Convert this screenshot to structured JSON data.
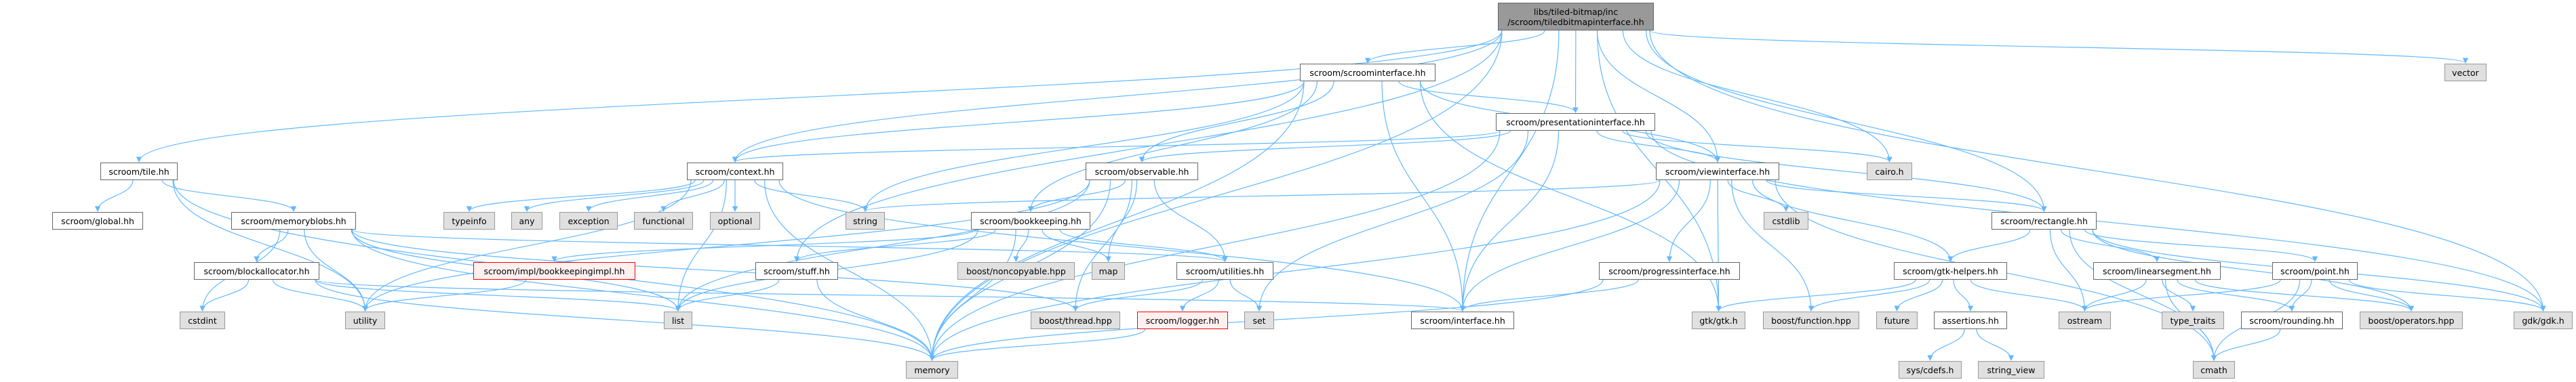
{
  "colors": {
    "edge": "#63b8ff",
    "root_fill": "#999999",
    "sys_fill": "#e0e0e0",
    "missing_border": "#ff0000"
  },
  "nodes": {
    "root": {
      "label": [
        "libs/tiled-bitmap/inc",
        "/scroom/tiledbitmapinterface.hh"
      ],
      "kind": "root"
    },
    "scroominterface": {
      "label": [
        "scroom/scroominterface.hh"
      ],
      "kind": "file"
    },
    "vector": {
      "label": [
        "vector"
      ],
      "kind": "sys"
    },
    "presentationinterface": {
      "label": [
        "scroom/presentationinterface.hh"
      ],
      "kind": "file"
    },
    "tile": {
      "label": [
        "scroom/tile.hh"
      ],
      "kind": "file"
    },
    "context": {
      "label": [
        "scroom/context.hh"
      ],
      "kind": "file"
    },
    "observable": {
      "label": [
        "scroom/observable.hh"
      ],
      "kind": "file"
    },
    "viewinterface": {
      "label": [
        "scroom/viewinterface.hh"
      ],
      "kind": "file"
    },
    "cairo": {
      "label": [
        "cairo.h"
      ],
      "kind": "sys"
    },
    "global": {
      "label": [
        "scroom/global.hh"
      ],
      "kind": "file"
    },
    "memoryblobs": {
      "label": [
        "scroom/memoryblobs.hh"
      ],
      "kind": "file"
    },
    "typeinfo": {
      "label": [
        "typeinfo"
      ],
      "kind": "sys"
    },
    "any": {
      "label": [
        "any"
      ],
      "kind": "sys"
    },
    "exception": {
      "label": [
        "exception"
      ],
      "kind": "sys"
    },
    "functional": {
      "label": [
        "functional"
      ],
      "kind": "sys"
    },
    "optional": {
      "label": [
        "optional"
      ],
      "kind": "sys"
    },
    "string": {
      "label": [
        "string"
      ],
      "kind": "sys"
    },
    "bookkeeping": {
      "label": [
        "scroom/bookkeeping.hh"
      ],
      "kind": "file"
    },
    "cstdlib": {
      "label": [
        "cstdlib"
      ],
      "kind": "sys"
    },
    "rectangle": {
      "label": [
        "scroom/rectangle.hh"
      ],
      "kind": "file"
    },
    "blockallocator": {
      "label": [
        "scroom/blockallocator.hh"
      ],
      "kind": "file"
    },
    "bookkeepingimpl": {
      "label": [
        "scroom/impl/bookkeepingimpl.hh"
      ],
      "kind": "red"
    },
    "stuff": {
      "label": [
        "scroom/stuff.hh"
      ],
      "kind": "file"
    },
    "noncopyable": {
      "label": [
        "boost/noncopyable.hpp"
      ],
      "kind": "sys"
    },
    "map": {
      "label": [
        "map"
      ],
      "kind": "sys"
    },
    "utilities": {
      "label": [
        "scroom/utilities.hh"
      ],
      "kind": "file"
    },
    "progressinterface": {
      "label": [
        "scroom/progressinterface.hh"
      ],
      "kind": "file"
    },
    "gtkhelpers": {
      "label": [
        "scroom/gtk-helpers.hh"
      ],
      "kind": "file"
    },
    "linearsegment": {
      "label": [
        "scroom/linearsegment.hh"
      ],
      "kind": "file"
    },
    "point": {
      "label": [
        "scroom/point.hh"
      ],
      "kind": "file"
    },
    "cstdint": {
      "label": [
        "cstdint"
      ],
      "kind": "sys"
    },
    "utility": {
      "label": [
        "utility"
      ],
      "kind": "sys"
    },
    "list": {
      "label": [
        "list"
      ],
      "kind": "sys"
    },
    "thread": {
      "label": [
        "boost/thread.hpp"
      ],
      "kind": "sys"
    },
    "logger": {
      "label": [
        "scroom/logger.hh"
      ],
      "kind": "red"
    },
    "set": {
      "label": [
        "set"
      ],
      "kind": "sys"
    },
    "interface": {
      "label": [
        "scroom/interface.hh"
      ],
      "kind": "file"
    },
    "gtk": {
      "label": [
        "gtk/gtk.h"
      ],
      "kind": "sys"
    },
    "function": {
      "label": [
        "boost/function.hpp"
      ],
      "kind": "sys"
    },
    "future": {
      "label": [
        "future"
      ],
      "kind": "sys"
    },
    "assertions": {
      "label": [
        "assertions.hh"
      ],
      "kind": "file"
    },
    "ostream": {
      "label": [
        "ostream"
      ],
      "kind": "sys"
    },
    "type_traits": {
      "label": [
        "type_traits"
      ],
      "kind": "sys"
    },
    "rounding": {
      "label": [
        "scroom/rounding.hh"
      ],
      "kind": "file"
    },
    "operators": {
      "label": [
        "boost/operators.hpp"
      ],
      "kind": "sys"
    },
    "gdk": {
      "label": [
        "gdk/gdk.h"
      ],
      "kind": "sys"
    },
    "memory": {
      "label": [
        "memory"
      ],
      "kind": "sys"
    },
    "cdefs": {
      "label": [
        "sys/cdefs.h"
      ],
      "kind": "sys"
    },
    "string_view": {
      "label": [
        "string_view"
      ],
      "kind": "sys"
    },
    "cmath": {
      "label": [
        "cmath"
      ],
      "kind": "sys"
    }
  },
  "edges": [
    [
      "root",
      "scroominterface"
    ],
    [
      "root",
      "presentationinterface"
    ],
    [
      "root",
      "viewinterface"
    ],
    [
      "root",
      "cairo"
    ],
    [
      "root",
      "rectangle"
    ],
    [
      "root",
      "gtk"
    ],
    [
      "root",
      "gdk"
    ],
    [
      "root",
      "vector"
    ],
    [
      "root",
      "tile"
    ],
    [
      "root",
      "context"
    ],
    [
      "root",
      "stuff"
    ],
    [
      "root",
      "interface"
    ],
    [
      "root",
      "memory"
    ],
    [
      "scroominterface",
      "presentationinterface"
    ],
    [
      "scroominterface",
      "viewinterface"
    ],
    [
      "scroominterface",
      "interface"
    ],
    [
      "scroominterface",
      "bookkeeping"
    ],
    [
      "scroominterface",
      "observable"
    ],
    [
      "scroominterface",
      "string"
    ],
    [
      "scroominterface",
      "memory"
    ],
    [
      "scroominterface",
      "gtk"
    ],
    [
      "scroominterface",
      "context"
    ],
    [
      "presentationinterface",
      "context"
    ],
    [
      "presentationinterface",
      "observable"
    ],
    [
      "presentationinterface",
      "viewinterface"
    ],
    [
      "presentationinterface",
      "rectangle"
    ],
    [
      "presentationinterface",
      "cairo"
    ],
    [
      "presentationinterface",
      "gdk"
    ],
    [
      "presentationinterface",
      "interface"
    ],
    [
      "presentationinterface",
      "memory"
    ],
    [
      "presentationinterface",
      "set"
    ],
    [
      "viewinterface",
      "string"
    ],
    [
      "viewinterface",
      "cstdlib"
    ],
    [
      "viewinterface",
      "progressinterface"
    ],
    [
      "viewinterface",
      "gtk"
    ],
    [
      "viewinterface",
      "interface"
    ],
    [
      "viewinterface",
      "rectangle"
    ],
    [
      "viewinterface",
      "gtkhelpers"
    ],
    [
      "viewinterface",
      "function"
    ],
    [
      "viewinterface",
      "cmath"
    ],
    [
      "viewinterface",
      "memory"
    ],
    [
      "context",
      "typeinfo"
    ],
    [
      "context",
      "any"
    ],
    [
      "context",
      "exception"
    ],
    [
      "context",
      "functional"
    ],
    [
      "context",
      "optional"
    ],
    [
      "context",
      "string"
    ],
    [
      "context",
      "memory"
    ],
    [
      "context",
      "list"
    ],
    [
      "context",
      "utility"
    ],
    [
      "context",
      "interface"
    ],
    [
      "observable",
      "bookkeeping"
    ],
    [
      "observable",
      "map"
    ],
    [
      "observable",
      "utilities"
    ],
    [
      "observable",
      "thread"
    ],
    [
      "observable",
      "memory"
    ],
    [
      "observable",
      "list"
    ],
    [
      "observable",
      "utility"
    ],
    [
      "bookkeeping",
      "noncopyable"
    ],
    [
      "bookkeeping",
      "map"
    ],
    [
      "bookkeeping",
      "utilities"
    ],
    [
      "bookkeeping",
      "stuff"
    ],
    [
      "bookkeeping",
      "list"
    ],
    [
      "bookkeeping",
      "memory"
    ],
    [
      "bookkeeping",
      "bookkeepingimpl"
    ],
    [
      "bookkeepingimpl",
      "utility"
    ],
    [
      "stuff",
      "list"
    ],
    [
      "stuff",
      "memory"
    ],
    [
      "utilities",
      "thread"
    ],
    [
      "utilities",
      "logger"
    ],
    [
      "utilities",
      "set"
    ],
    [
      "logger",
      "memory"
    ],
    [
      "tile",
      "global"
    ],
    [
      "tile",
      "memoryblobs"
    ],
    [
      "tile",
      "utility"
    ],
    [
      "tile",
      "memory"
    ],
    [
      "memoryblobs",
      "blockallocator"
    ],
    [
      "memoryblobs",
      "cstdint"
    ],
    [
      "memoryblobs",
      "utility"
    ],
    [
      "memoryblobs",
      "list"
    ],
    [
      "memoryblobs",
      "memory"
    ],
    [
      "memoryblobs",
      "utilities"
    ],
    [
      "memoryblobs",
      "thread"
    ],
    [
      "blockallocator",
      "cstdint"
    ],
    [
      "blockallocator",
      "utility"
    ],
    [
      "blockallocator",
      "memory"
    ],
    [
      "blockallocator",
      "list"
    ],
    [
      "blockallocator",
      "interface"
    ],
    [
      "progressinterface",
      "interface"
    ],
    [
      "progressinterface",
      "memory"
    ],
    [
      "rectangle",
      "gtkhelpers"
    ],
    [
      "rectangle",
      "ostream"
    ],
    [
      "rectangle",
      "linearsegment"
    ],
    [
      "rectangle",
      "point"
    ],
    [
      "rectangle",
      "operators"
    ],
    [
      "rectangle",
      "gdk"
    ],
    [
      "rectangle",
      "cmath"
    ],
    [
      "gtkhelpers",
      "gtk"
    ],
    [
      "gtkhelpers",
      "function"
    ],
    [
      "gtkhelpers",
      "future"
    ],
    [
      "gtkhelpers",
      "assertions"
    ],
    [
      "gtkhelpers",
      "ostream"
    ],
    [
      "assertions",
      "cdefs"
    ],
    [
      "assertions",
      "string_view"
    ],
    [
      "linearsegment",
      "ostream"
    ],
    [
      "linearsegment",
      "type_traits"
    ],
    [
      "linearsegment",
      "cmath"
    ],
    [
      "linearsegment",
      "rounding"
    ],
    [
      "linearsegment",
      "operators"
    ],
    [
      "point",
      "ostream"
    ],
    [
      "point",
      "rounding"
    ],
    [
      "point",
      "operators"
    ],
    [
      "point",
      "gdk"
    ],
    [
      "point",
      "cmath"
    ],
    [
      "rounding",
      "cmath"
    ]
  ]
}
